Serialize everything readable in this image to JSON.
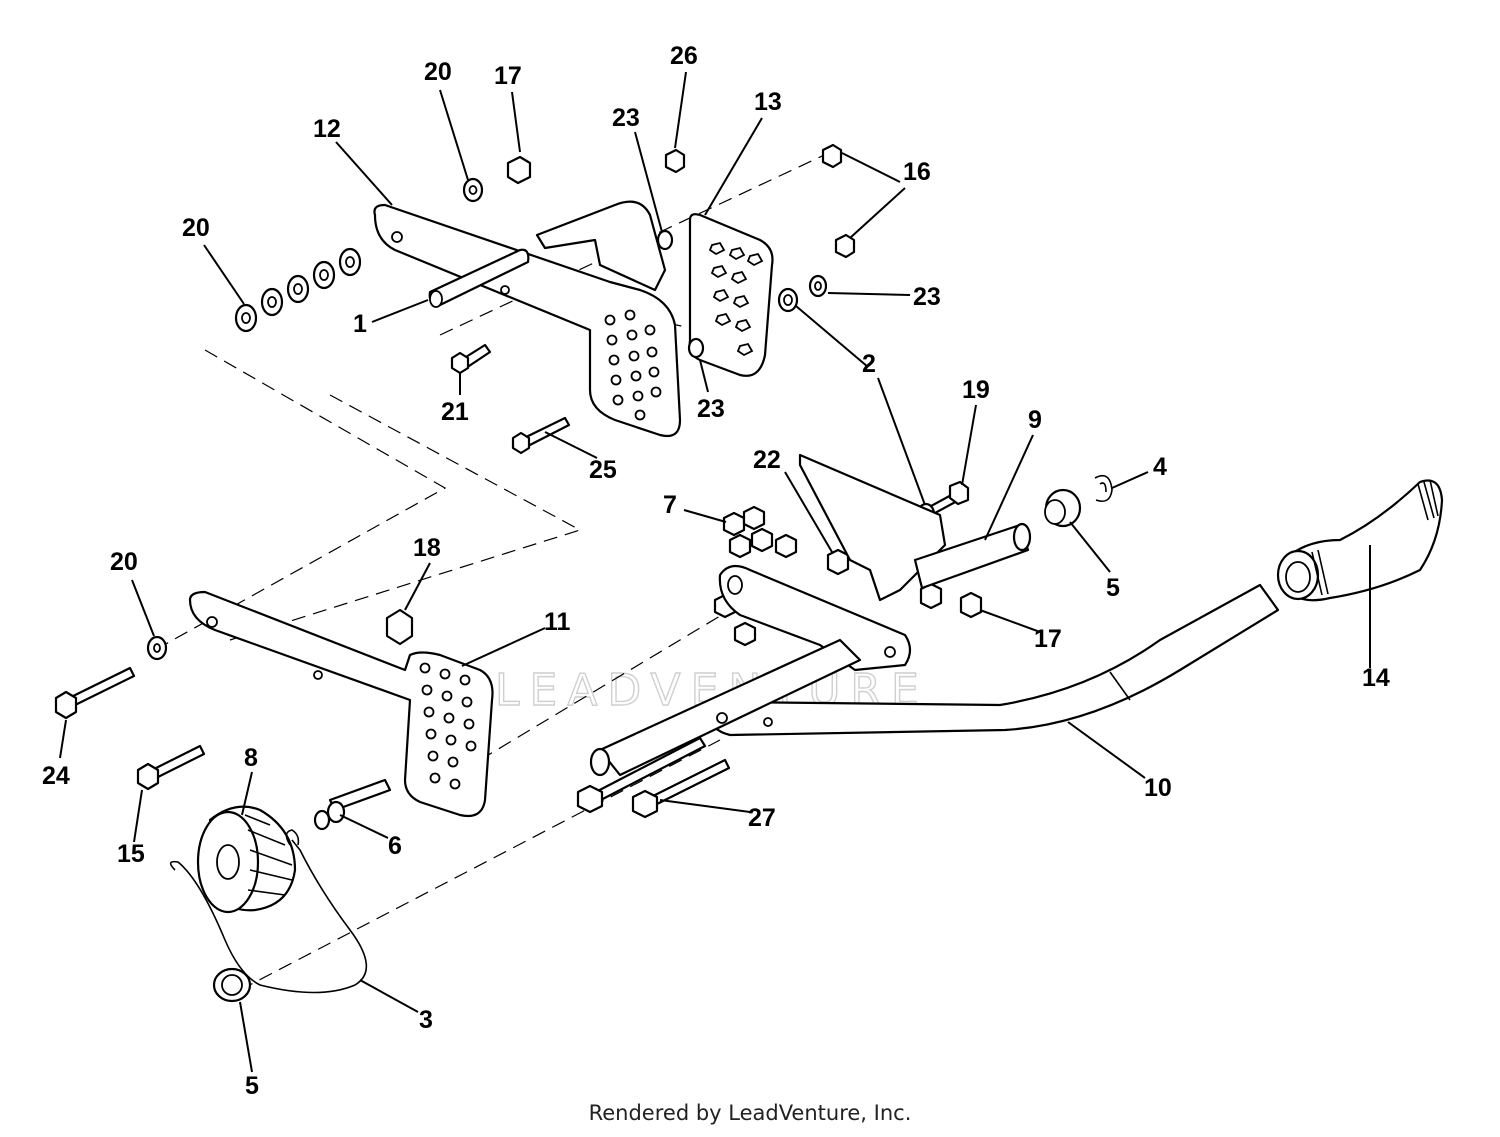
{
  "watermark": "LEADVENTURE",
  "footer": "Rendered by LeadVenture, Inc.",
  "callouts": {
    "c1": "1",
    "c2": "2",
    "c3": "3",
    "c4": "4",
    "c5a": "5",
    "c5b": "5",
    "c6": "6",
    "c7": "7",
    "c8": "8",
    "c9": "9",
    "c10": "10",
    "c11": "11",
    "c12": "12",
    "c13": "13",
    "c14": "14",
    "c15": "15",
    "c16": "16",
    "c17a": "17",
    "c17b": "17",
    "c18": "18",
    "c19": "19",
    "c20a": "20",
    "c20b": "20",
    "c20c": "20",
    "c21": "21",
    "c22": "22",
    "c23a": "23",
    "c23b": "23",
    "c23c": "23",
    "c24": "24",
    "c25": "25",
    "c26": "26",
    "c27": "27"
  }
}
